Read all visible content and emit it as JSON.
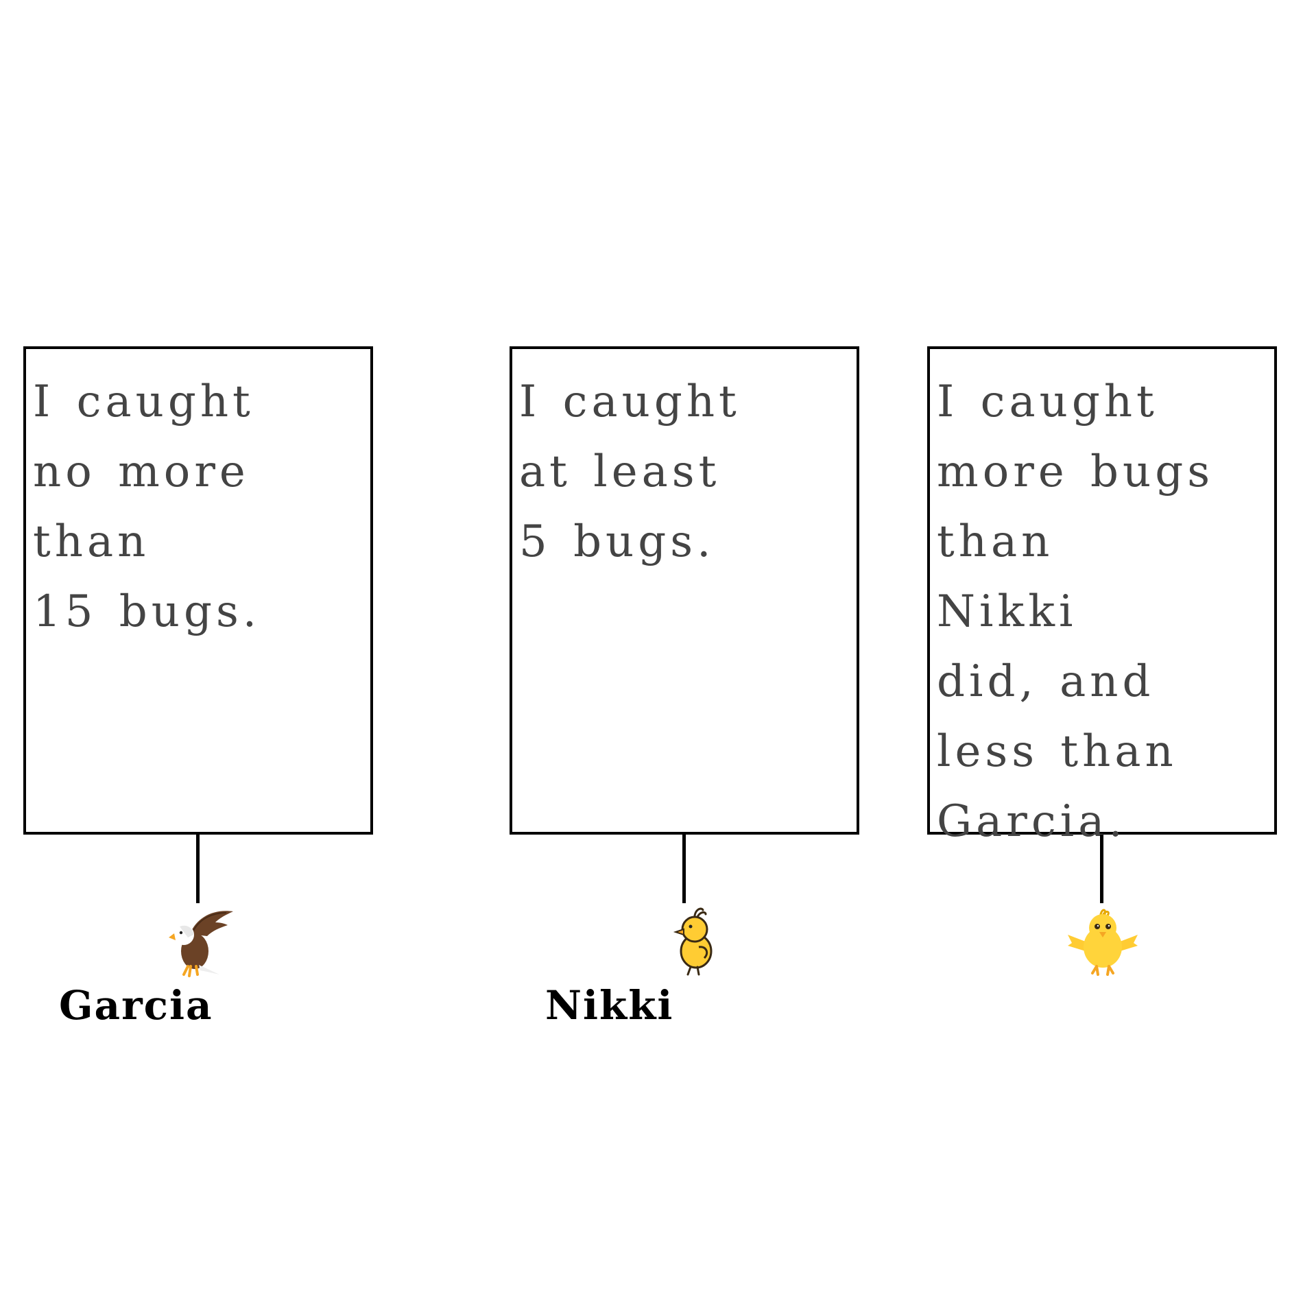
{
  "panels": [
    {
      "speech": "I caught\nno more\nthan\n15 bugs.",
      "name": "Garcia",
      "character_icon": "eagle-icon"
    },
    {
      "speech": "I caught\nat least\n5 bugs.",
      "name": "Nikki",
      "character_icon": "chick-icon"
    },
    {
      "speech": "I caught\nmore bugs\nthan\nNikki\ndid, and\nless than\nGarcia.",
      "name": "",
      "character_icon": "baby-chick-icon"
    }
  ],
  "colors": {
    "border": "#000000",
    "speech_text": "#444444",
    "name_text": "#000000",
    "eagle_brown": "#6b4226",
    "chick_yellow": "#ffcc33",
    "beak_orange": "#f5a623"
  }
}
